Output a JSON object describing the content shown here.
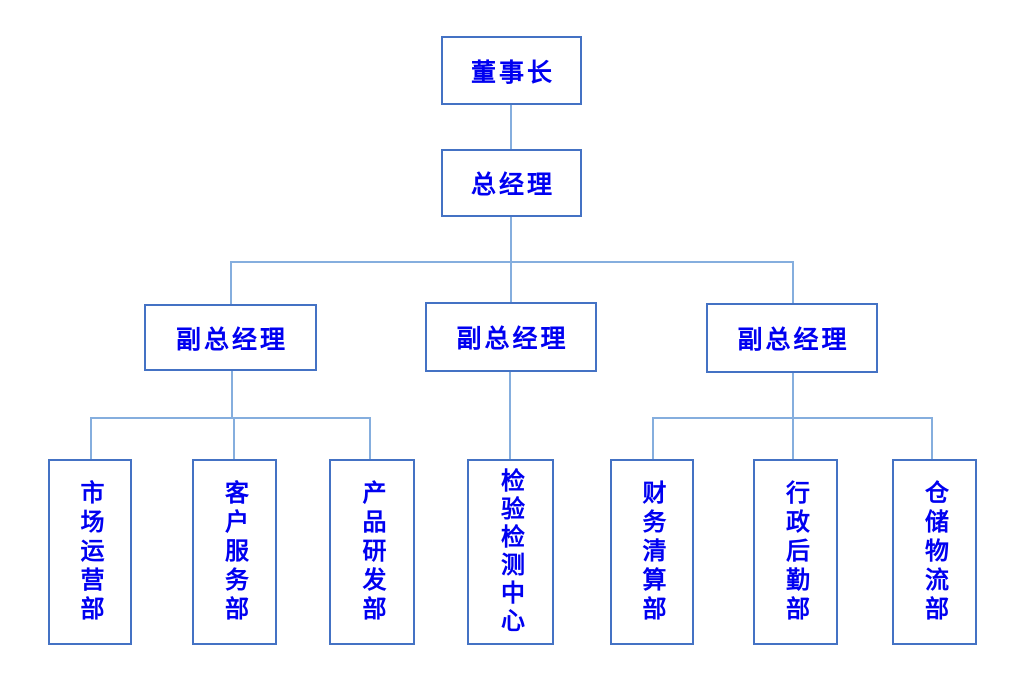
{
  "org_chart": {
    "chairman": "董事长",
    "general_manager": "总经理",
    "deputy_general_managers": [
      "副总经理",
      "副总经理",
      "副总经理"
    ],
    "departments": [
      "市场运营部",
      "客户服务部",
      "产品研发部",
      "检验检测中心",
      "财务清算部",
      "行政后勤部",
      "仓储物流部"
    ],
    "colors": {
      "text": "#0000f0",
      "box_border": "#4472c4",
      "connector": "#85aede",
      "background": "#ffffff"
    }
  }
}
